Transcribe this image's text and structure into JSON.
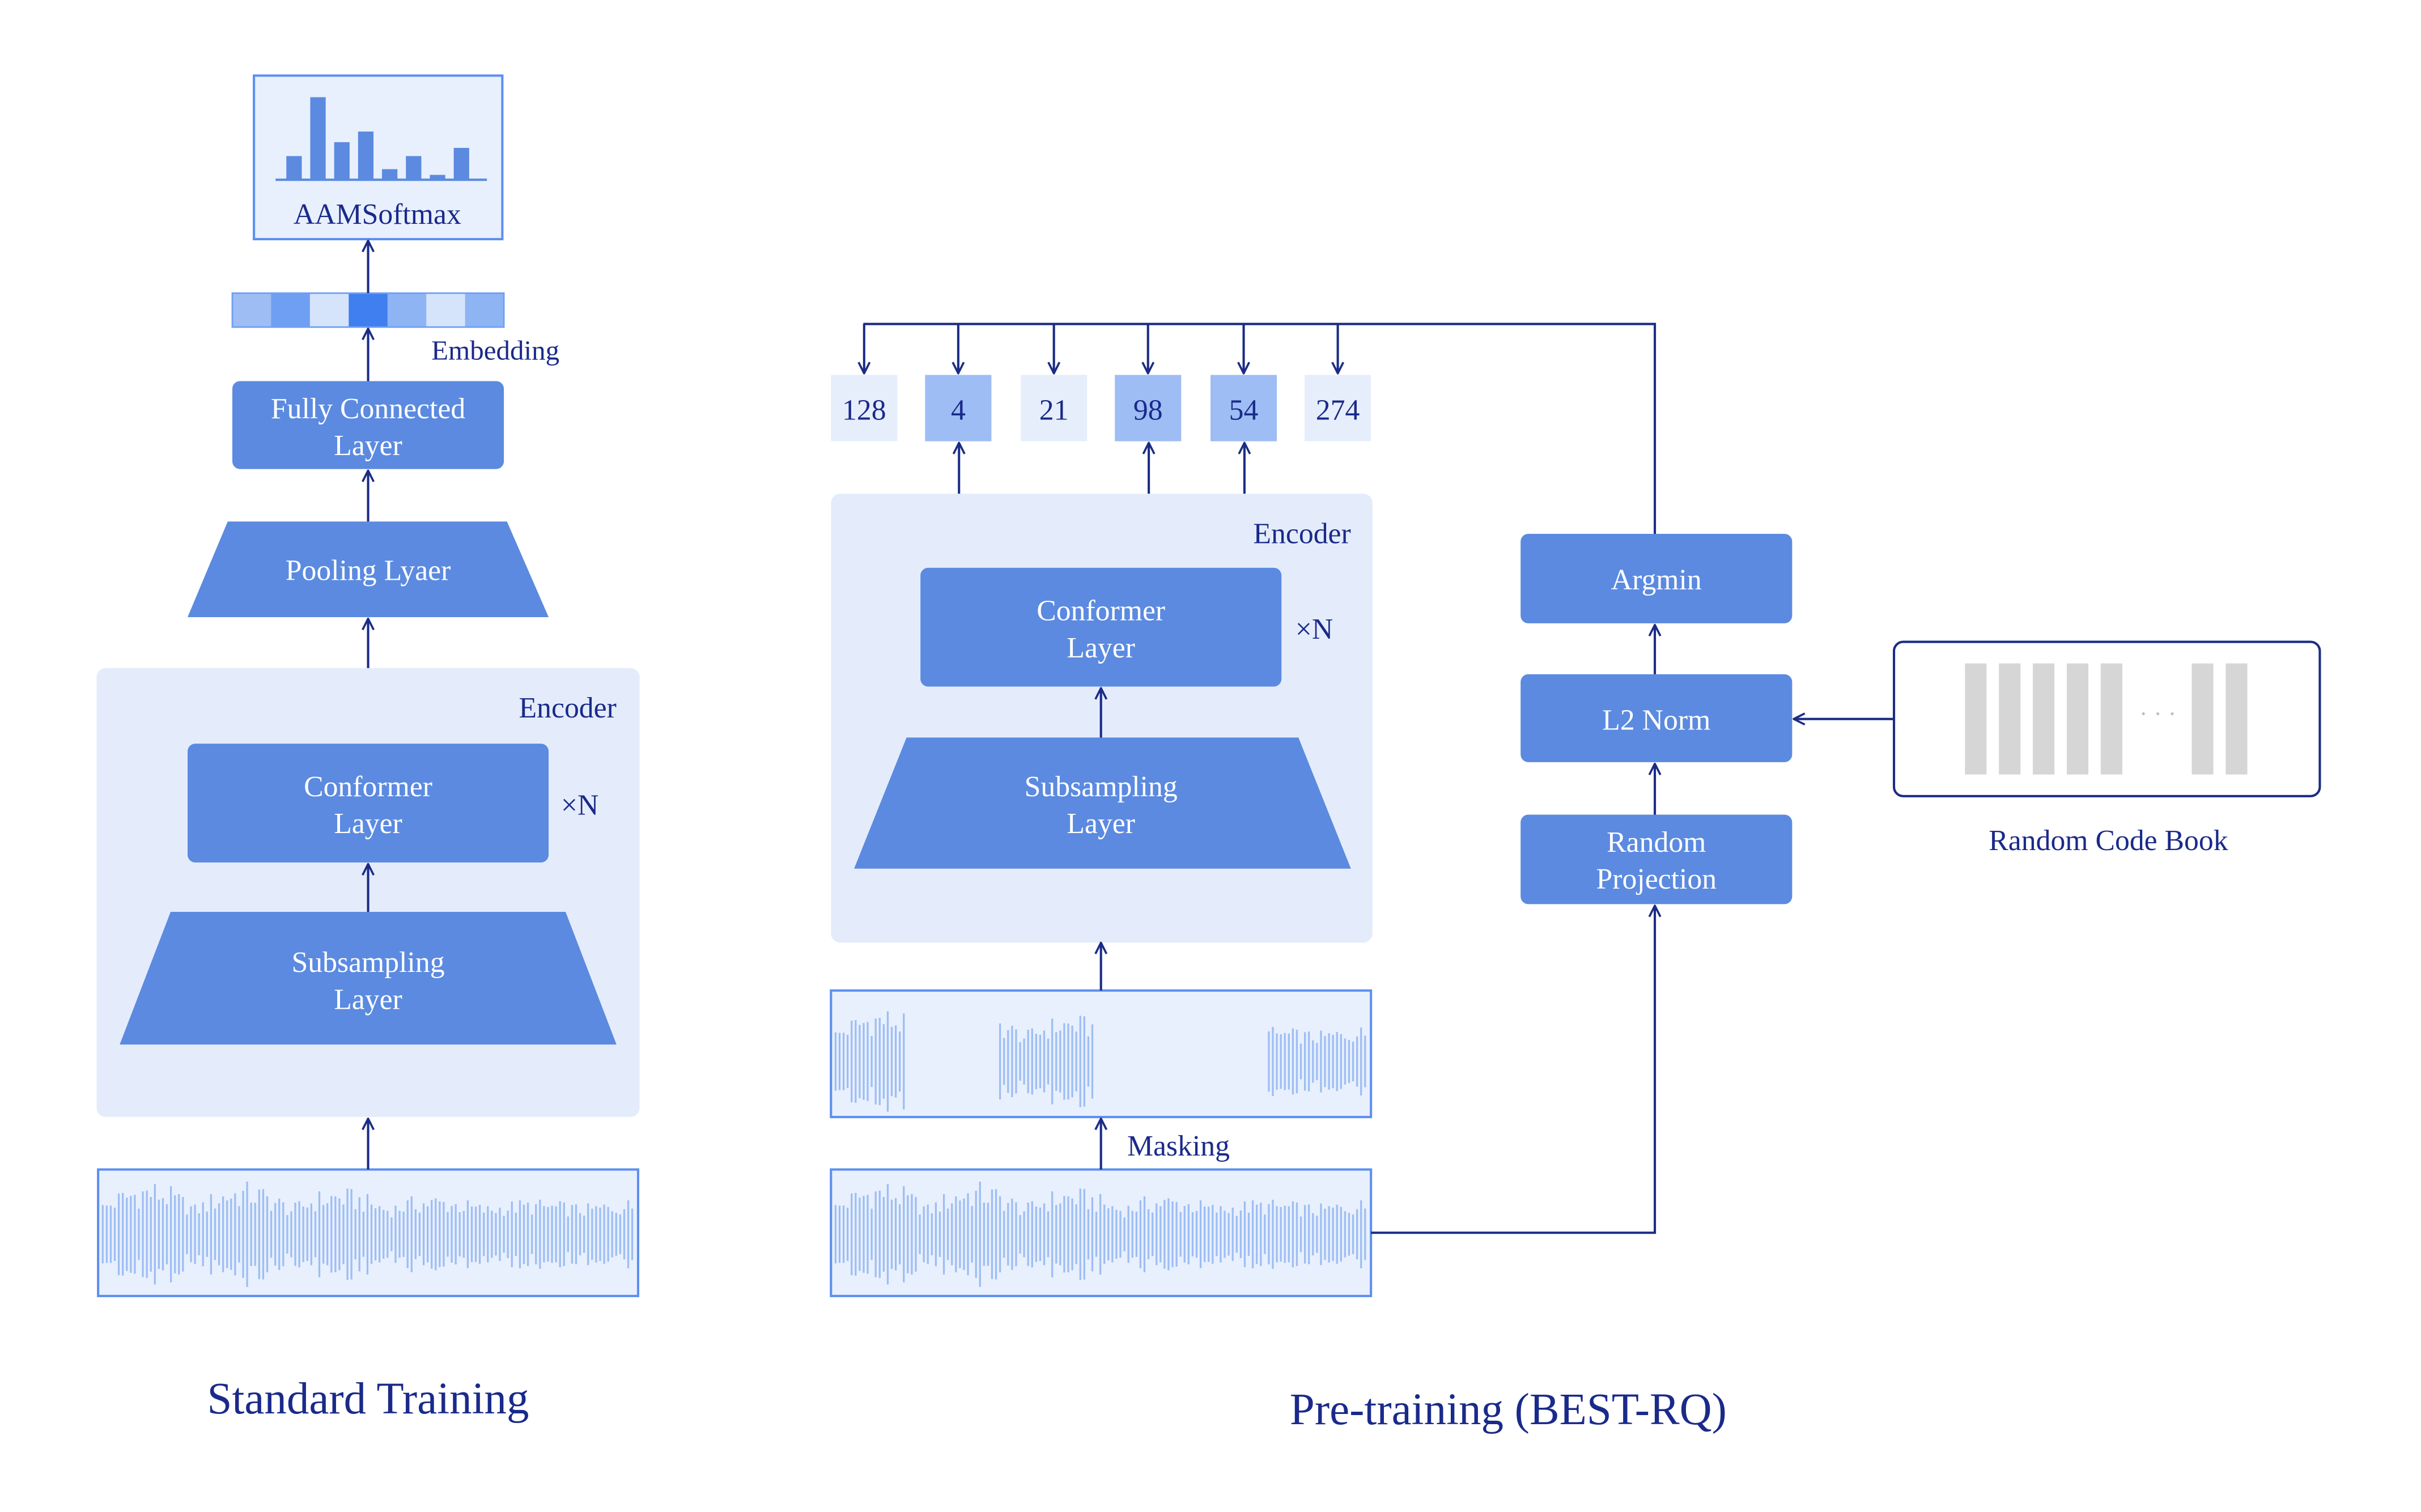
{
  "colors": {
    "block": "#5b8ae0",
    "panel": "#e4ecfb",
    "wave": "#9dbdf4",
    "wave_box_bg": "#e8f0fd",
    "wave_box_stroke": "#5d8ff0",
    "arrow": "#1a2c85",
    "title_text": "#1a2a8a",
    "block_text": "#ffffff",
    "token_bg_light": "#e6eefc",
    "token_bg_dark": "#9dbdf4",
    "embedding_cells": [
      "#9dbdf4",
      "#6f9ff3",
      "#d6e4fb",
      "#3f7fef",
      "#8eb4f3",
      "#d6e4fb",
      "#8eb4f3"
    ],
    "codebook_bar": "#d6d6d6"
  },
  "standard": {
    "title": "Standard Training",
    "softmax_label": "AAMSoftmax",
    "softmax_bars": [
      0.28,
      1.0,
      0.45,
      0.58,
      0.12,
      0.28,
      0.05,
      0.38
    ],
    "embedding_label": "Embedding",
    "fc_label_1": "Fully Connected",
    "fc_label_2": "Layer",
    "pooling_label": "Pooling Lyaer",
    "encoder_label": "Encoder",
    "conformer_label_1": "Conformer",
    "conformer_label_2": "Layer",
    "repeat_label": "×N",
    "subsampling_label_1": "Subsampling",
    "subsampling_label_2": "Layer"
  },
  "pretrain": {
    "title": "Pre-training (BEST-RQ)",
    "tokens": [
      {
        "value": "128",
        "highlight": false
      },
      {
        "value": "4",
        "highlight": true
      },
      {
        "value": "21",
        "highlight": false
      },
      {
        "value": "98",
        "highlight": true
      },
      {
        "value": "54",
        "highlight": true
      },
      {
        "value": "274",
        "highlight": false
      }
    ],
    "encoder_label": "Encoder",
    "conformer_label_1": "Conformer",
    "conformer_label_2": "Layer",
    "repeat_label": "×N",
    "subsampling_label_1": "Subsampling",
    "subsampling_label_2": "Layer",
    "masking_label": "Masking",
    "argmin_label": "Argmin",
    "l2norm_label": "L2 Norm",
    "projection_label_1": "Random",
    "projection_label_2": "Projection",
    "codebook_label": "Random Code Book",
    "codebook_dots": "· · ·"
  }
}
